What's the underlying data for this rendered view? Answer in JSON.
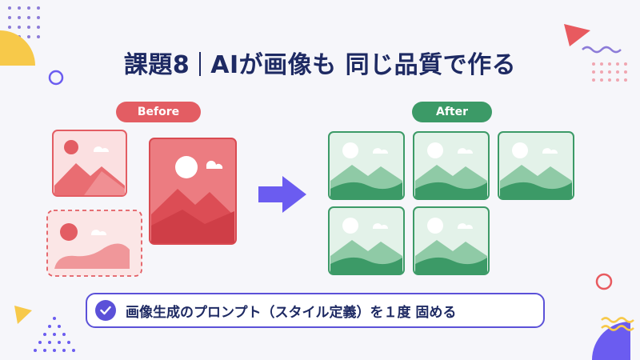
{
  "title": {
    "part1": "課題8",
    "part2": "AIが画像も 同じ品質で作る"
  },
  "labels": {
    "before": "Before",
    "after": "After"
  },
  "bottom": {
    "text": "画像生成のプロンプト（スタイル定義）を１度 固める"
  },
  "colors": {
    "title": "#1e2a63",
    "before_accent": "#e35d63",
    "after_accent": "#3c9a67",
    "arrow": "#6b5cf0",
    "frame": "#5b51d8"
  },
  "icons": {
    "check": "check-circle-icon",
    "arrow": "arrow-right-icon",
    "image": "image-placeholder-icon"
  }
}
